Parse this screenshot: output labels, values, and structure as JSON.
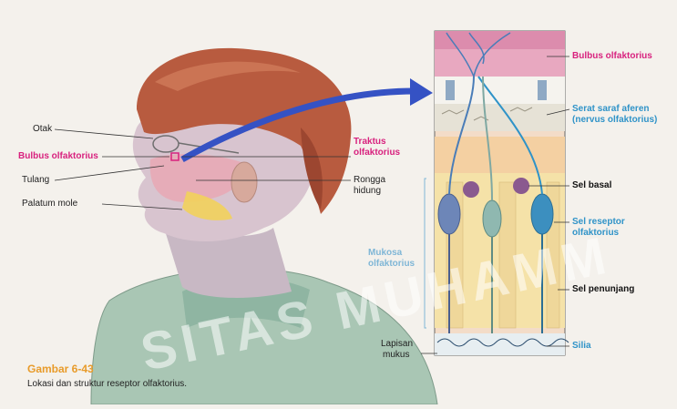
{
  "figure": {
    "left_labels": {
      "otak": "Otak",
      "bulbus": "Bulbus olfaktorius",
      "tulang": "Tulang",
      "palatum": "Palatum mole"
    },
    "middle_labels": {
      "traktus_1": "Traktus",
      "traktus_2": "olfaktorius",
      "rongga_1": "Rongga",
      "rongga_2": "hidung",
      "mukosa_1": "Mukosa",
      "mukosa_2": "olfaktorius",
      "lapisan_1": "Lapisan",
      "lapisan_2": "mukus"
    },
    "right_labels": {
      "bulbus": "Bulbus olfaktorius",
      "serat_1": "Serat saraf aferen",
      "serat_2": "(nervus olfaktorius)",
      "sel_basal": "Sel basal",
      "reseptor_1": "Sel reseptor",
      "reseptor_2": "olfaktorius",
      "penunjang": "Sel penunjang",
      "silia": "Silia"
    },
    "caption_number": "Gambar 6-43",
    "caption_text": "Lokasi dan struktur reseptor olfaktorius.",
    "watermark": "SITAS MUHAMM"
  },
  "colors": {
    "magenta": "#d8217e",
    "label_blue": "#2f93c8",
    "caption_orange": "#e89b2a"
  }
}
